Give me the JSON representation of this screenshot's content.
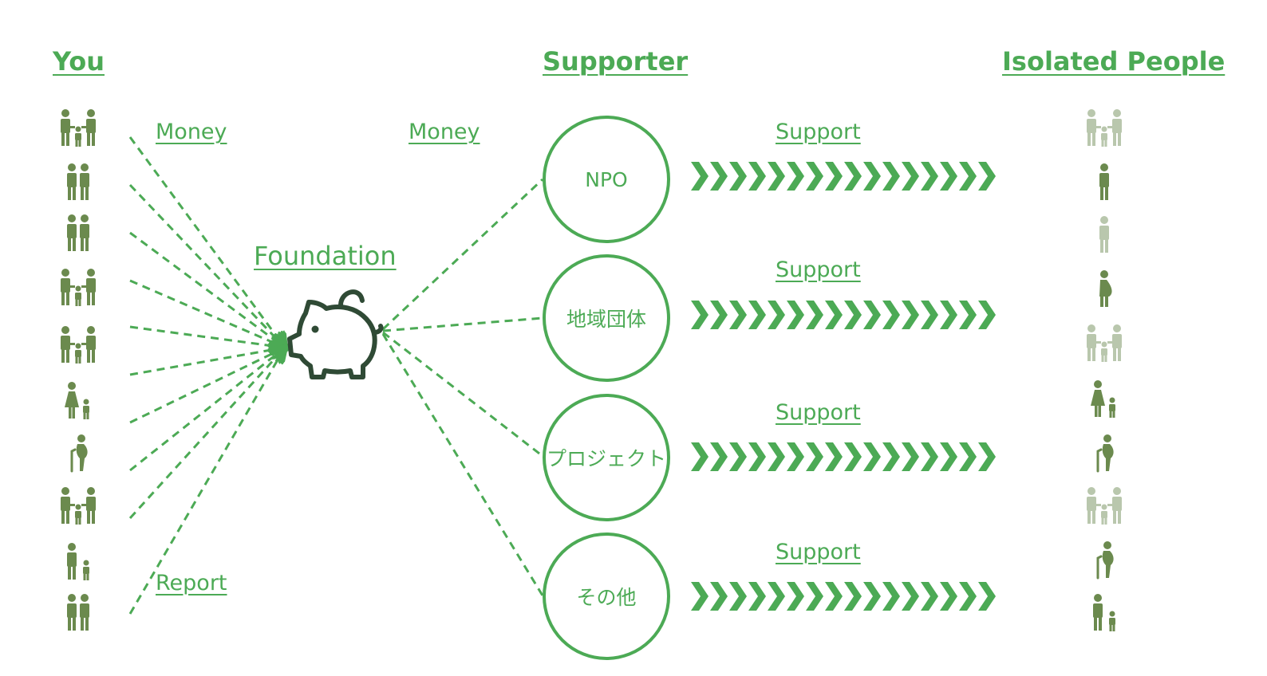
{
  "headings": {
    "you": "You",
    "supporter": "Supporter",
    "isolated": "Isolated People"
  },
  "flows": {
    "money_you": "Money",
    "report": "Report",
    "foundation": "Foundation",
    "money_foundation": "Money"
  },
  "supporters": [
    {
      "name": "NPO",
      "support_label": "Support"
    },
    {
      "name": "地域団体",
      "support_label": "Support"
    },
    {
      "name": "プロジェクト",
      "support_label": "Support"
    },
    {
      "name": "その他",
      "support_label": "Support"
    }
  ],
  "you_icons": [
    "family-icon",
    "couple-icon",
    "couple-icon",
    "family-icon",
    "family-icon",
    "mother-child-icon",
    "elderly-cane-icon",
    "family-icon",
    "father-child-icon",
    "couple-icon"
  ],
  "isolated_icons": [
    {
      "icon": "family-icon",
      "tone": "light"
    },
    {
      "icon": "person-icon",
      "tone": "dark"
    },
    {
      "icon": "person-icon",
      "tone": "light"
    },
    {
      "icon": "pregnant-woman-icon",
      "tone": "dark"
    },
    {
      "icon": "family-icon",
      "tone": "light"
    },
    {
      "icon": "mother-child-icon",
      "tone": "dark"
    },
    {
      "icon": "elderly-cane-icon",
      "tone": "dark"
    },
    {
      "icon": "family-icon",
      "tone": "light"
    },
    {
      "icon": "elderly-cane-icon",
      "tone": "dark"
    },
    {
      "icon": "father-child-icon",
      "tone": "dark"
    }
  ],
  "foundation_icon": "piggy-bank-icon",
  "colors": {
    "green": "#4caa55",
    "person_dark": "#6b8a4e",
    "person_light": "#b9c7ad",
    "piggy": "#2f4a35"
  }
}
